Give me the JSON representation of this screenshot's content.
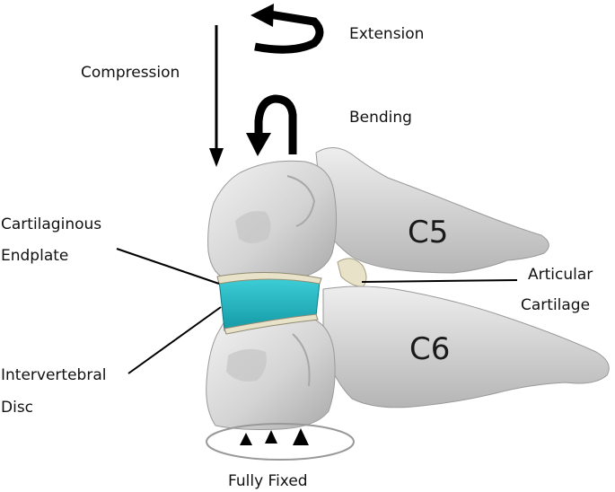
{
  "figure": {
    "loads": {
      "extension": "Extension",
      "compression": "Compression",
      "bending": "Bending"
    },
    "segments": {
      "upper": "C5",
      "lower": "C6"
    },
    "labels": {
      "endplate_line1": "Cartilaginous",
      "endplate_line2": "Endplate",
      "articular_line1": "Articular",
      "articular_line2": "Cartilage",
      "disc_line1": "Intervertebral",
      "disc_line2": "Disc"
    },
    "boundary": "Fully Fixed",
    "colors": {
      "bone": "#d9d9d9",
      "disc": "#1fb8c4",
      "endplate": "#e8e2c8",
      "ink": "#000000"
    }
  }
}
